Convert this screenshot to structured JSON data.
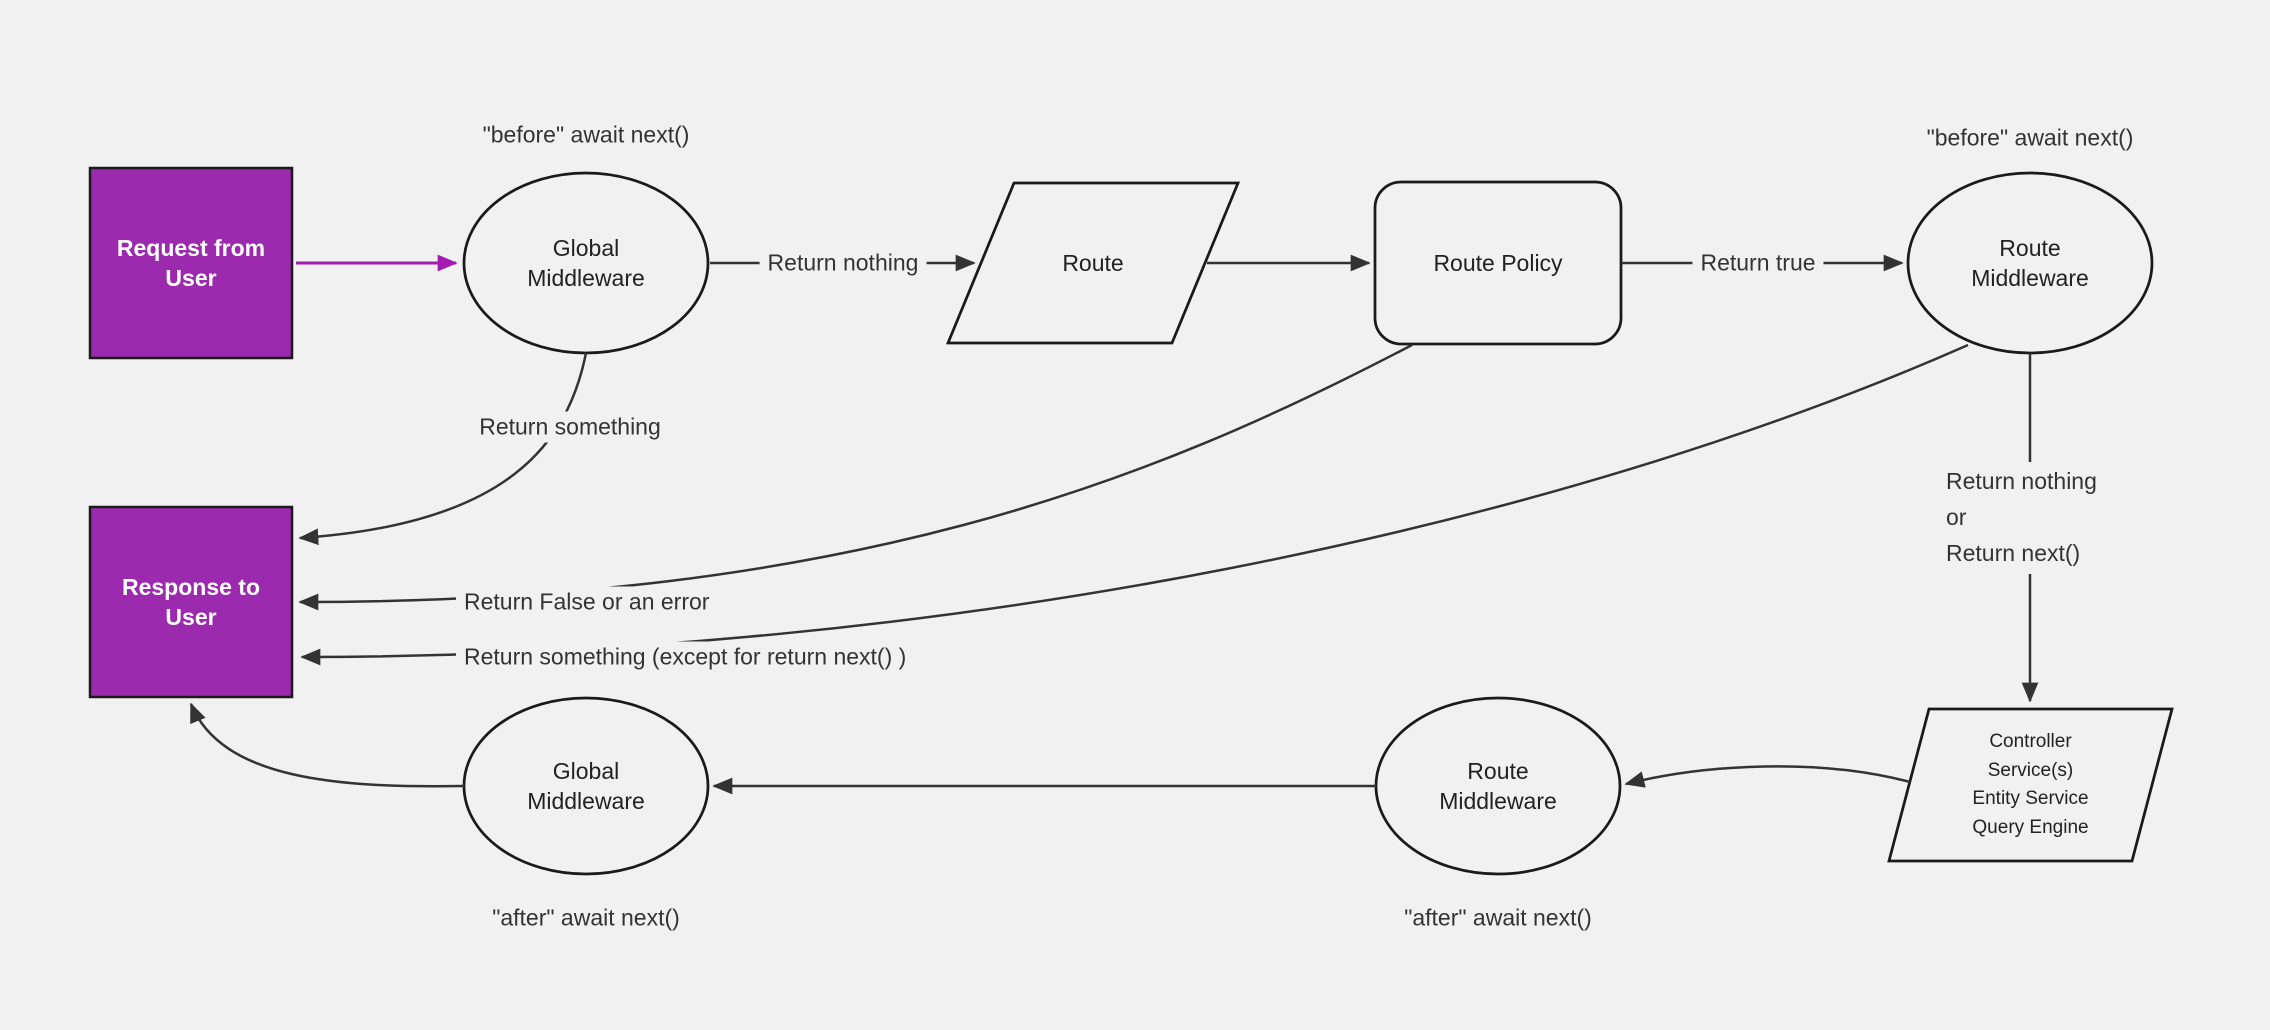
{
  "theme": {
    "bg": "#f1f1f1",
    "line": "#333333",
    "node-stroke": "#1a1a1a",
    "purple": "#9c2aae",
    "purple-arrow": "#a21caf",
    "label-color": "#333333",
    "node-text": "#222222"
  },
  "nodes": {
    "request": {
      "label": "Request from\nUser"
    },
    "response": {
      "label": "Response to\nUser"
    },
    "global_mw_top": {
      "label": "Global\nMiddleware"
    },
    "route": {
      "label": "Route"
    },
    "route_policy": {
      "label": "Route Policy"
    },
    "route_mw_top": {
      "label": "Route\nMiddleware"
    },
    "controller": {
      "label": "Controller\nService(s)\nEntity Service\nQuery Engine"
    },
    "route_mw_bottom": {
      "label": "Route\nMiddleware"
    },
    "global_mw_bottom": {
      "label": "Global\nMiddleware"
    }
  },
  "labels": {
    "before_left": "\"before\" await next()",
    "before_right": "\"before\" await next()",
    "after_left": "\"after\" await next()",
    "after_right": "\"after\" await next()",
    "return_nothing": "Return nothing",
    "return_true": "Return true",
    "return_something": "Return something",
    "return_nothing_or_next": "Return nothing\nor\nReturn next()",
    "return_false": "Return False or an error",
    "return_something_except": "Return something (except for return next() )"
  }
}
